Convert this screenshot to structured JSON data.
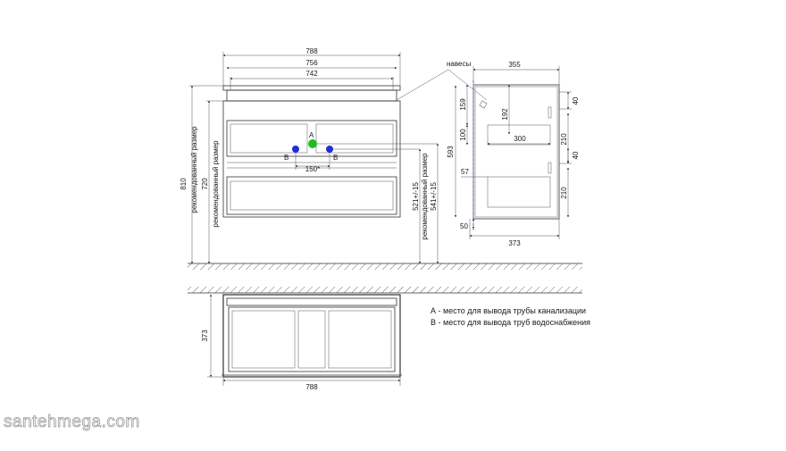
{
  "front_view": {
    "width_total": "788",
    "width_inner": "756",
    "width_top": "742",
    "height_total": "810",
    "height_total_note": "рекомендованный размер",
    "height_720": "720",
    "height_720_note": "рекомендованный размер",
    "height_521": "521+/-15",
    "height_541": "541+/-15",
    "height_5xx_note": "рекомендованный размер",
    "height_593": "593",
    "pipe_spacing": "150*",
    "marker_a": "A",
    "marker_b_left": "B",
    "marker_b_right": "B",
    "hinges_label": "навесы"
  },
  "side_view": {
    "depth_top": "355",
    "depth_bottom": "373",
    "dim_159": "159",
    "dim_192": "192",
    "dim_100": "100",
    "dim_300": "300",
    "dim_57": "57",
    "dim_50": "50",
    "dim_40_top": "40",
    "dim_210_top": "210",
    "dim_40_bottom": "40",
    "dim_210_bottom": "210"
  },
  "top_view": {
    "depth": "373",
    "width": "788"
  },
  "legend": {
    "a": "А - место для вывода трубы канализации",
    "b": "В - место для вывода труб водоснабжения"
  },
  "watermark": "santehmega.com",
  "colors": {
    "marker_a": "#22bb22",
    "marker_b": "#1f2fd6",
    "line": "#333333"
  }
}
